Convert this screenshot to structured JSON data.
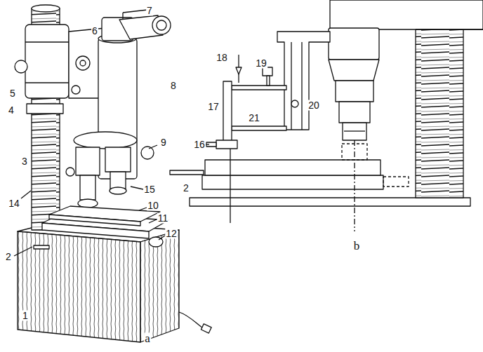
{
  "diagram": {
    "labels": [
      "7",
      "6",
      "8",
      "5",
      "4",
      "3",
      "14",
      "9",
      "15",
      "10",
      "11",
      "12",
      "2",
      "1",
      "a",
      "18",
      "19",
      "20",
      "17",
      "21",
      "16",
      "2",
      "b"
    ]
  }
}
